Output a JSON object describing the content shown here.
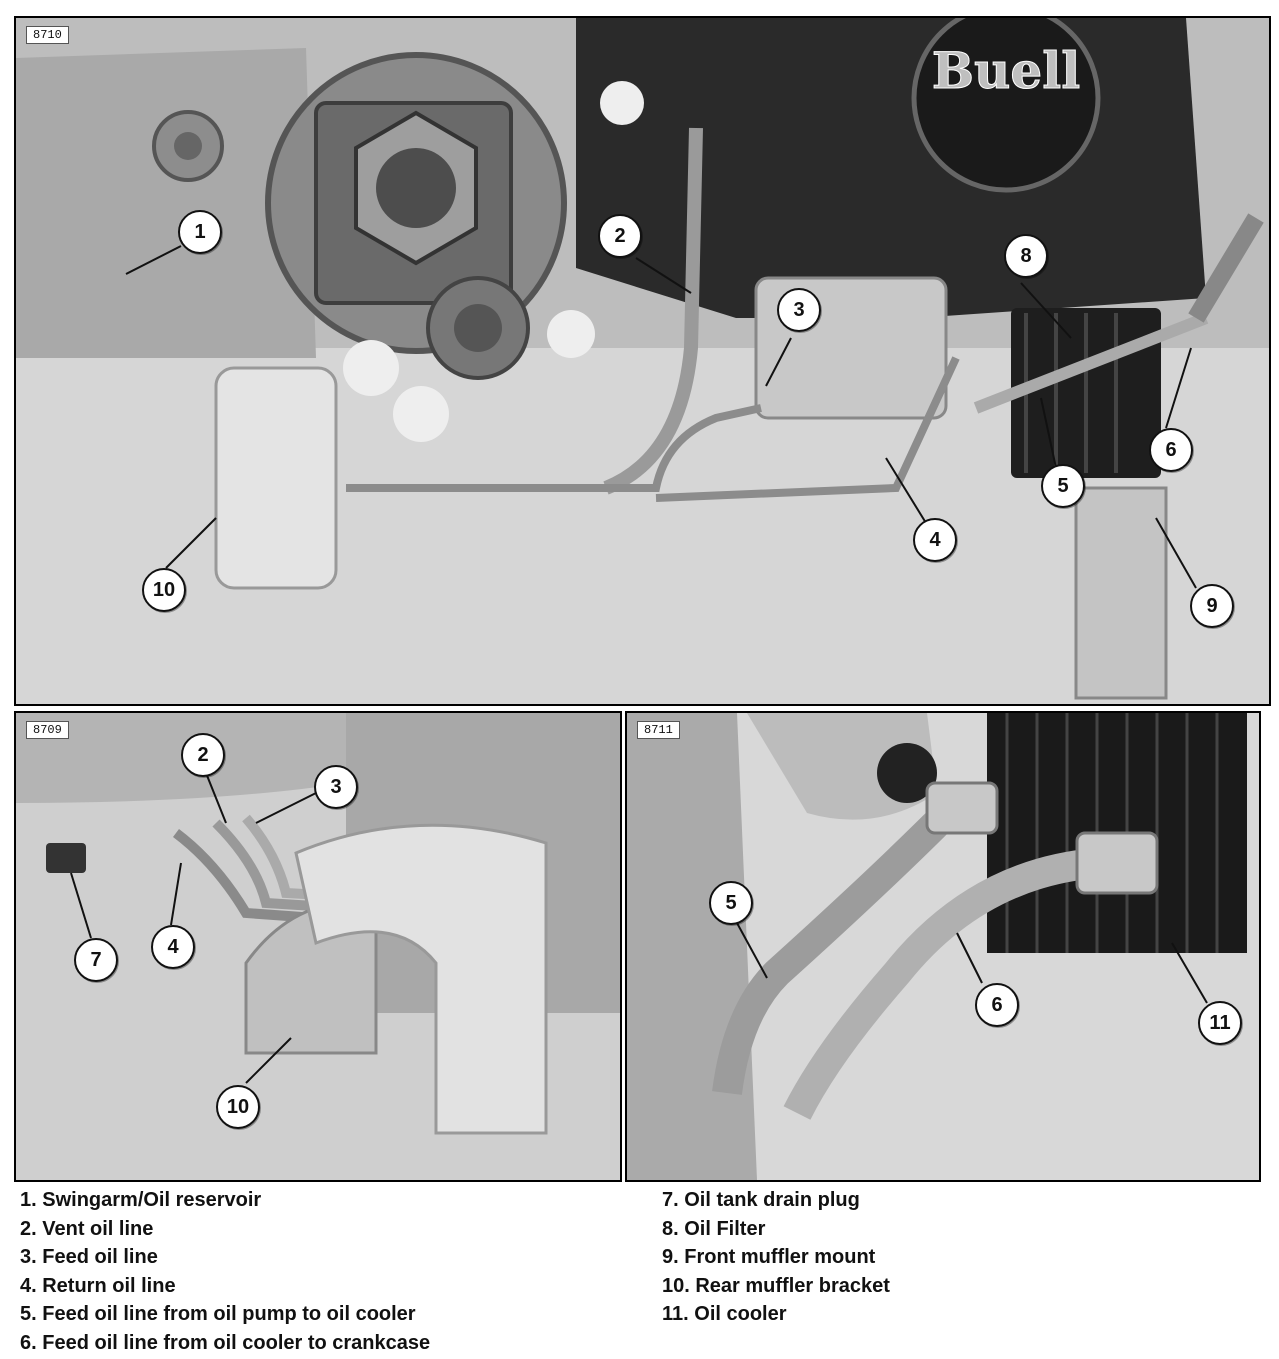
{
  "figures": [
    {
      "id": "8710",
      "callouts": [
        "1",
        "2",
        "3",
        "4",
        "5",
        "6",
        "8",
        "9",
        "10"
      ]
    },
    {
      "id": "8709",
      "callouts": [
        "2",
        "3",
        "4",
        "7",
        "10"
      ]
    },
    {
      "id": "8711",
      "callouts": [
        "5",
        "6",
        "11"
      ]
    }
  ],
  "legend_left": [
    "1. Swingarm/Oil reservoir",
    "2. Vent oil line",
    "3. Feed oil line",
    "4. Return oil line",
    "5. Feed oil line from oil pump to oil cooler",
    "6. Feed oil line from oil cooler to crankcase"
  ],
  "legend_right": [
    "7. Oil tank drain plug",
    "8. Oil Filter",
    "9. Front muffler mount",
    "10. Rear muffler bracket",
    "11. Oil cooler"
  ],
  "logo_text": "Buell"
}
